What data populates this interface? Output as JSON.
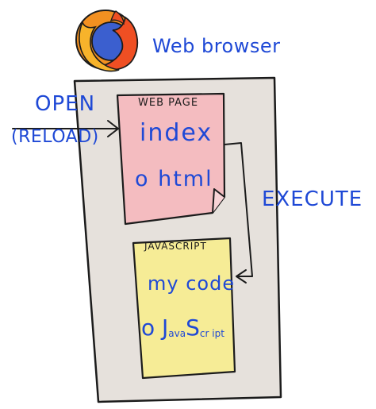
{
  "browser": {
    "title": "Web browser",
    "icon": "firefox-icon"
  },
  "actions": {
    "open": "OPEN",
    "reload": "(RELOAD)",
    "execute": "EXECUTE"
  },
  "webpage": {
    "header": "WEB PAGE",
    "line1": "index",
    "line2": "o html"
  },
  "javascript": {
    "header": "JAVASCRIPT",
    "line1": "my code",
    "line2_prefix": "o J",
    "line2_sub1": "ava",
    "line2_mid": "S",
    "line2_sub2": "cr ipt"
  },
  "colors": {
    "browser_window": "#e6e1dc",
    "webpage_note": "#f4bcc0",
    "javascript_note": "#f6ec96",
    "ink_blue": "#1f49d6",
    "ink_black": "#1b1b1b"
  }
}
